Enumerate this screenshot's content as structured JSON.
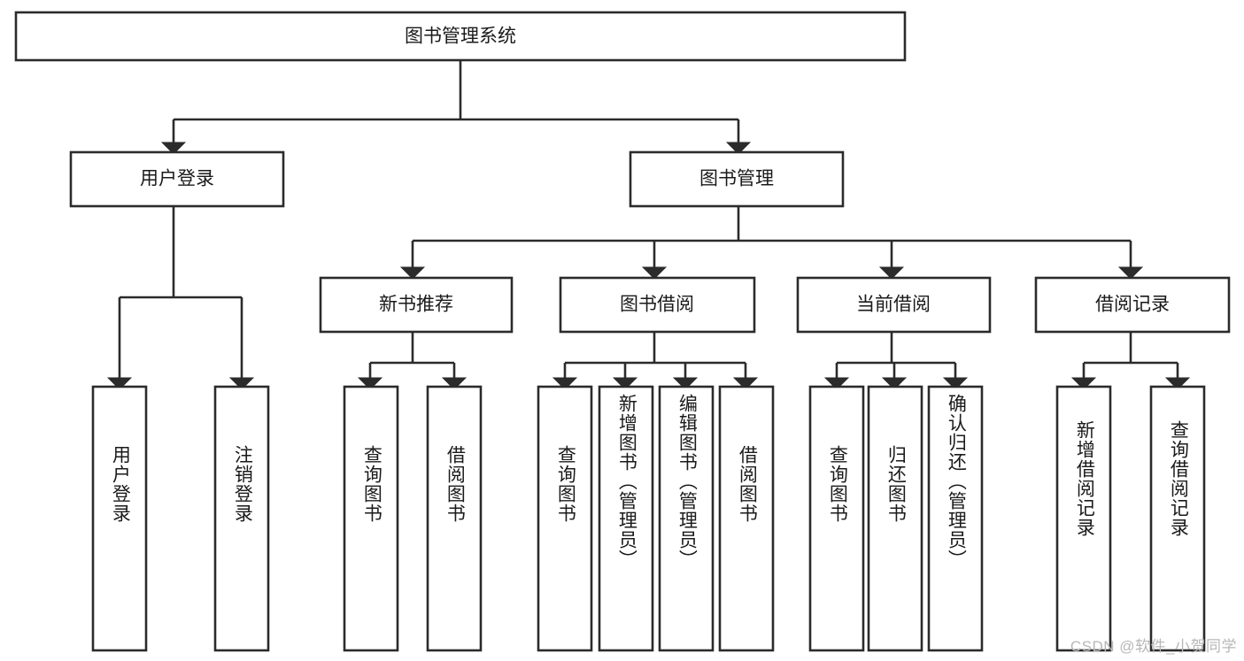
{
  "diagram": {
    "type": "tree-hierarchy",
    "title": "图书管理系统",
    "watermark": "CSDN @软件_小贺同学",
    "colors": {
      "stroke": "#2b2b2b",
      "fill": "#ffffff",
      "text": "#1a1a1a",
      "watermark": "#b7b7b7"
    },
    "nodes": {
      "root": {
        "label": "图书管理系统",
        "orientation": "horizontal"
      },
      "level1": [
        {
          "id": "user-login",
          "label": "用户登录",
          "orientation": "horizontal"
        },
        {
          "id": "book-management",
          "label": "图书管理",
          "orientation": "horizontal"
        }
      ],
      "level2": [
        {
          "id": "new-book-recommend",
          "label": "新书推荐",
          "orientation": "horizontal"
        },
        {
          "id": "book-borrow",
          "label": "图书借阅",
          "orientation": "horizontal"
        },
        {
          "id": "current-borrow",
          "label": "当前借阅",
          "orientation": "horizontal"
        },
        {
          "id": "borrow-record",
          "label": "借阅记录",
          "orientation": "horizontal"
        }
      ],
      "leaves": {
        "user-login": [
          {
            "id": "leaf-user-login",
            "label": "用户登录",
            "orientation": "vertical"
          },
          {
            "id": "leaf-user-logout",
            "label": "注销登录",
            "orientation": "vertical"
          }
        ],
        "new-book-recommend": [
          {
            "id": "leaf-query-book-1",
            "label": "查询图书",
            "orientation": "vertical"
          },
          {
            "id": "leaf-borrow-book-1",
            "label": "借阅图书",
            "orientation": "vertical"
          }
        ],
        "book-borrow": [
          {
            "id": "leaf-query-book-2",
            "label": "查询图书",
            "orientation": "vertical"
          },
          {
            "id": "leaf-add-book",
            "label": "新增图书（管理员）",
            "orientation": "vertical"
          },
          {
            "id": "leaf-edit-book",
            "label": "编辑图书（管理员）",
            "orientation": "vertical"
          },
          {
            "id": "leaf-borrow-book-2",
            "label": "借阅图书",
            "orientation": "vertical"
          }
        ],
        "current-borrow": [
          {
            "id": "leaf-query-book-3",
            "label": "查询图书",
            "orientation": "vertical"
          },
          {
            "id": "leaf-return-book",
            "label": "归还图书",
            "orientation": "vertical"
          },
          {
            "id": "leaf-confirm-return",
            "label": "确认归还（管理员）",
            "orientation": "vertical"
          }
        ],
        "borrow-record": [
          {
            "id": "leaf-add-record",
            "label": "新增借阅记录",
            "orientation": "vertical"
          },
          {
            "id": "leaf-query-record",
            "label": "查询借阅记录",
            "orientation": "vertical"
          }
        ]
      }
    }
  }
}
